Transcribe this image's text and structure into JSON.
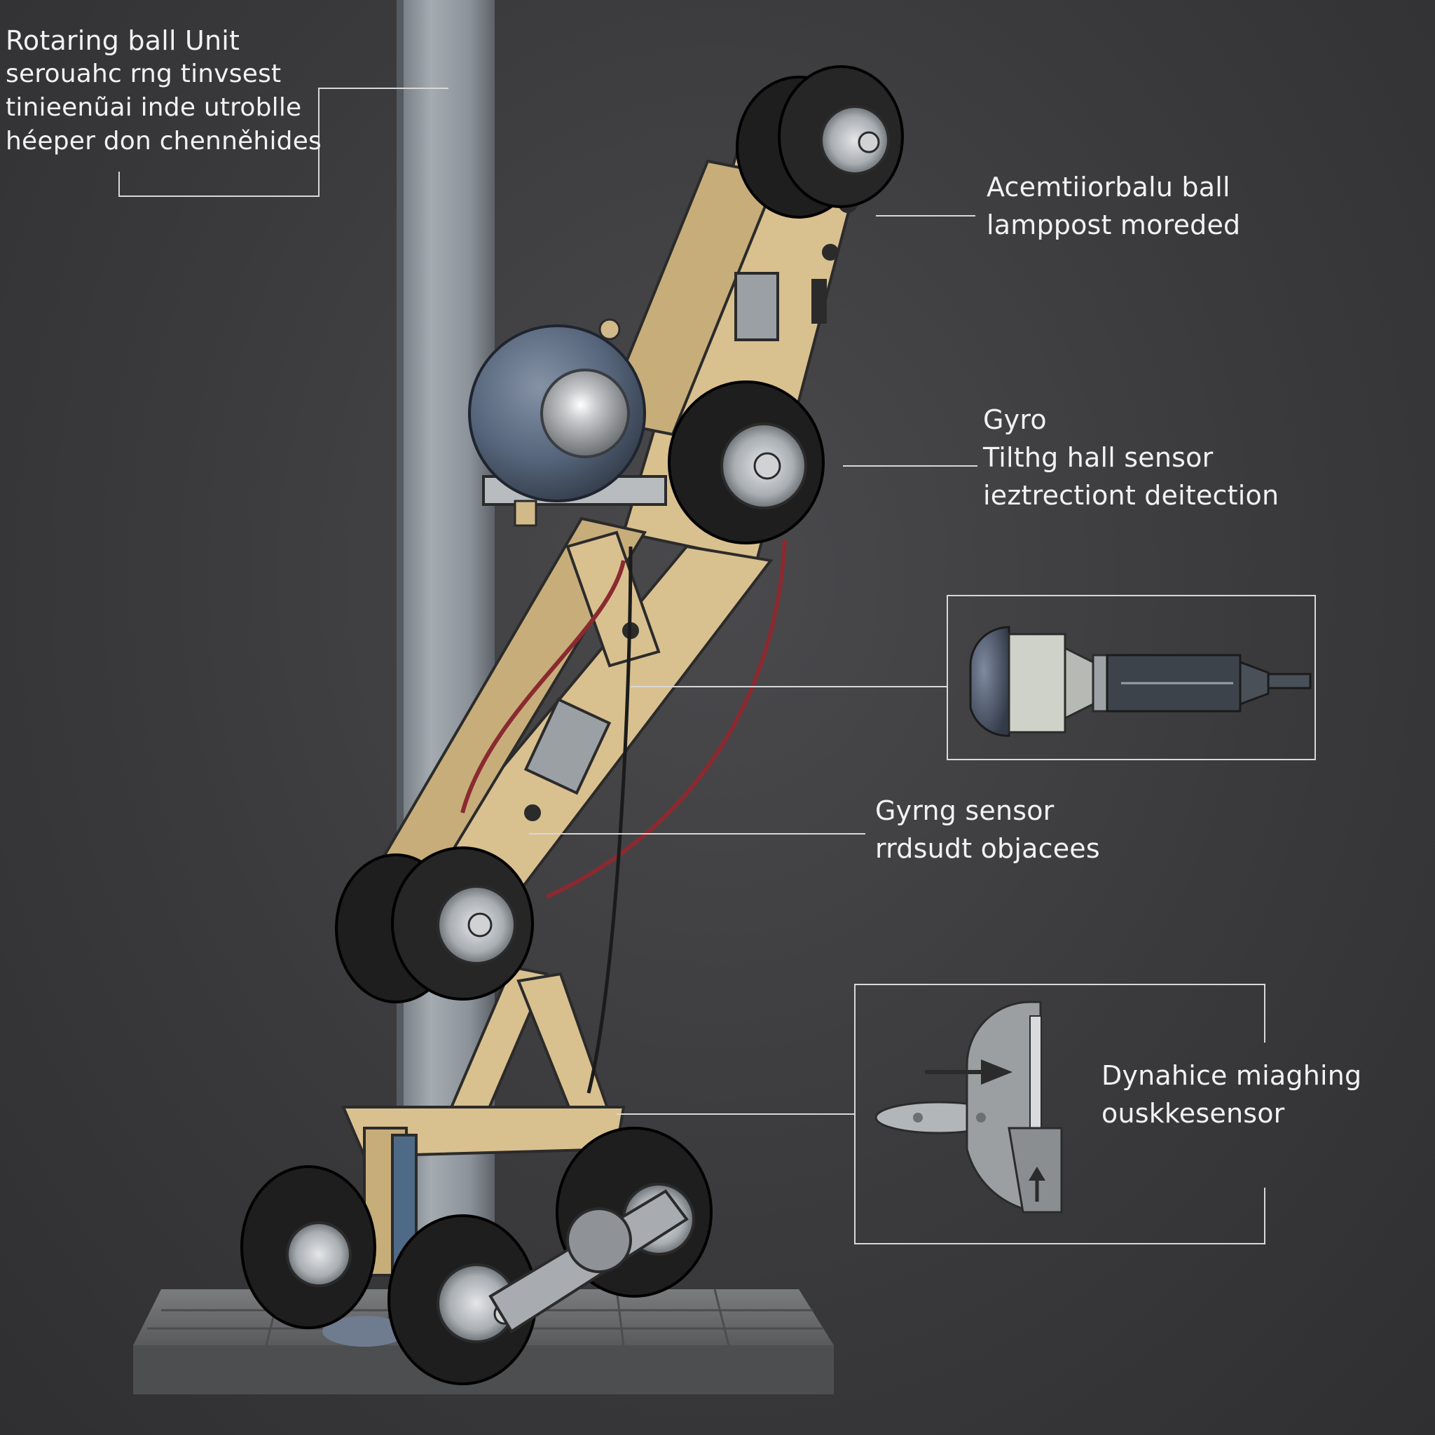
{
  "labels": {
    "top_left": {
      "title": "Rotaring ball Unit",
      "line2": "serouahc rng tinvsest",
      "line3": "tinieenũai inde utroblle",
      "line4": "héeper don chenněhides"
    },
    "top_right": {
      "line1": "Acemtiiorbalu ball",
      "line2": "lamppost moreded"
    },
    "gyro": {
      "line1": "Gyro",
      "line2": "Tilthg hall sensor",
      "line3": "ieztrectiont deitection"
    },
    "gyrng": {
      "line1": "Gyrng sensor",
      "line2": "rrdsudt objacees"
    },
    "dynahice": {
      "line1": "Dynahice miaghing",
      "line2": "ouskkesensor"
    }
  },
  "colors": {
    "background": "#3a3a3c",
    "pole": "#8d949b",
    "frame": "#d9c08f",
    "tire": "#1e1e1f",
    "hub": "#b8bcbf",
    "sphere": "#5d6b80",
    "wire": "#8a2a30",
    "leader_line": "#d8d8d8"
  }
}
